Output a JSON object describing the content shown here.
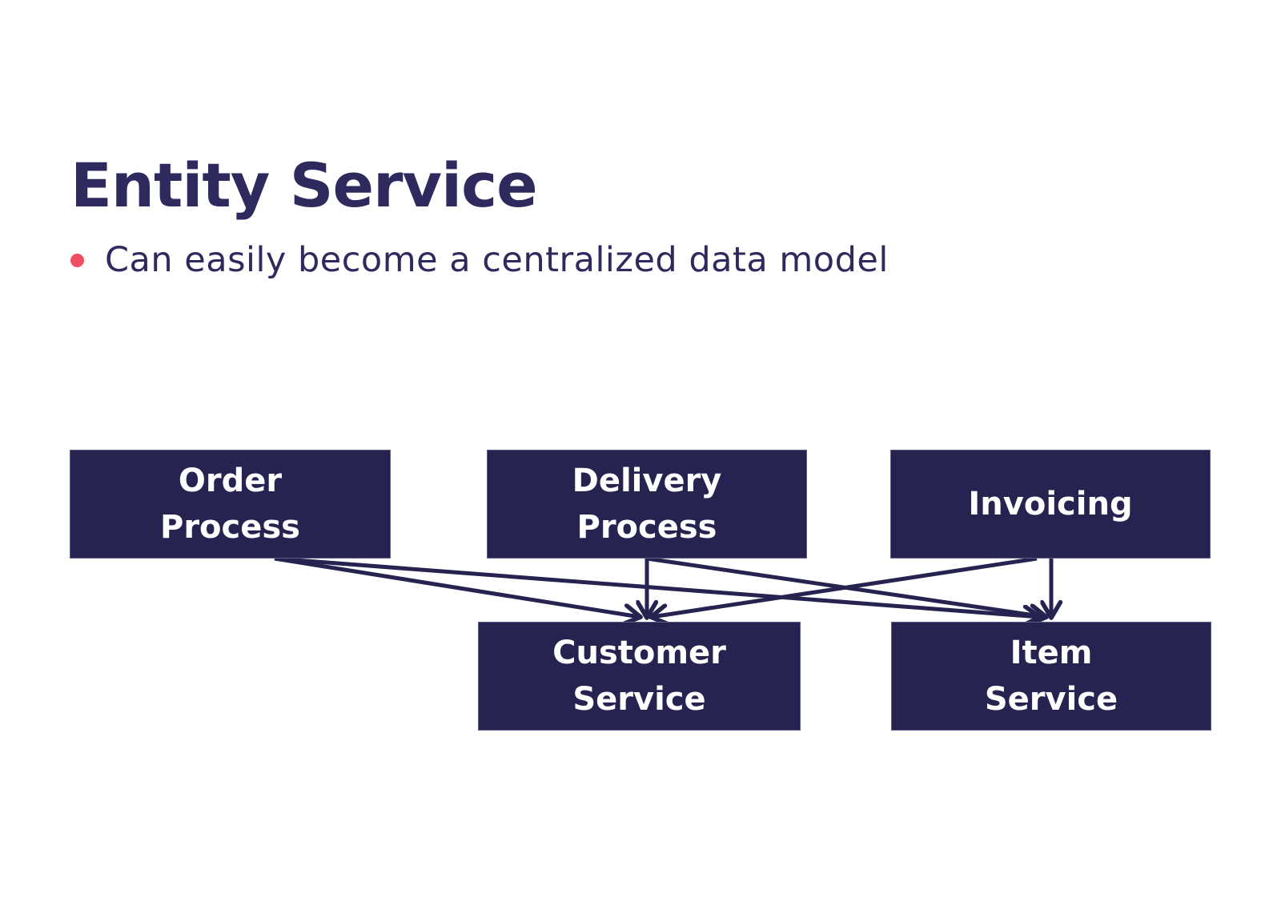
{
  "slide": {
    "title": "Entity Service",
    "bullet_text": "Can easily become a centralized data model",
    "colors": {
      "background": "#ffffff",
      "navy_box": "#262350",
      "arrow": "#262350",
      "heading_text": "#2e2a5e",
      "bullet_dot": "#ef4e63",
      "box_text": "#ffffff"
    }
  },
  "diagram": {
    "nodes": [
      {
        "id": "order-process",
        "label": "Order\nProcess"
      },
      {
        "id": "delivery-process",
        "label": "Delivery\nProcess"
      },
      {
        "id": "invoicing",
        "label": "Invoicing"
      },
      {
        "id": "customer-service",
        "label": "Customer\nService"
      },
      {
        "id": "item-service",
        "label": "Item\nService"
      }
    ],
    "edges": [
      {
        "from": "order-process",
        "to": "customer-service"
      },
      {
        "from": "order-process",
        "to": "item-service"
      },
      {
        "from": "delivery-process",
        "to": "customer-service"
      },
      {
        "from": "delivery-process",
        "to": "item-service"
      },
      {
        "from": "invoicing",
        "to": "customer-service"
      },
      {
        "from": "invoicing",
        "to": "item-service"
      }
    ]
  }
}
